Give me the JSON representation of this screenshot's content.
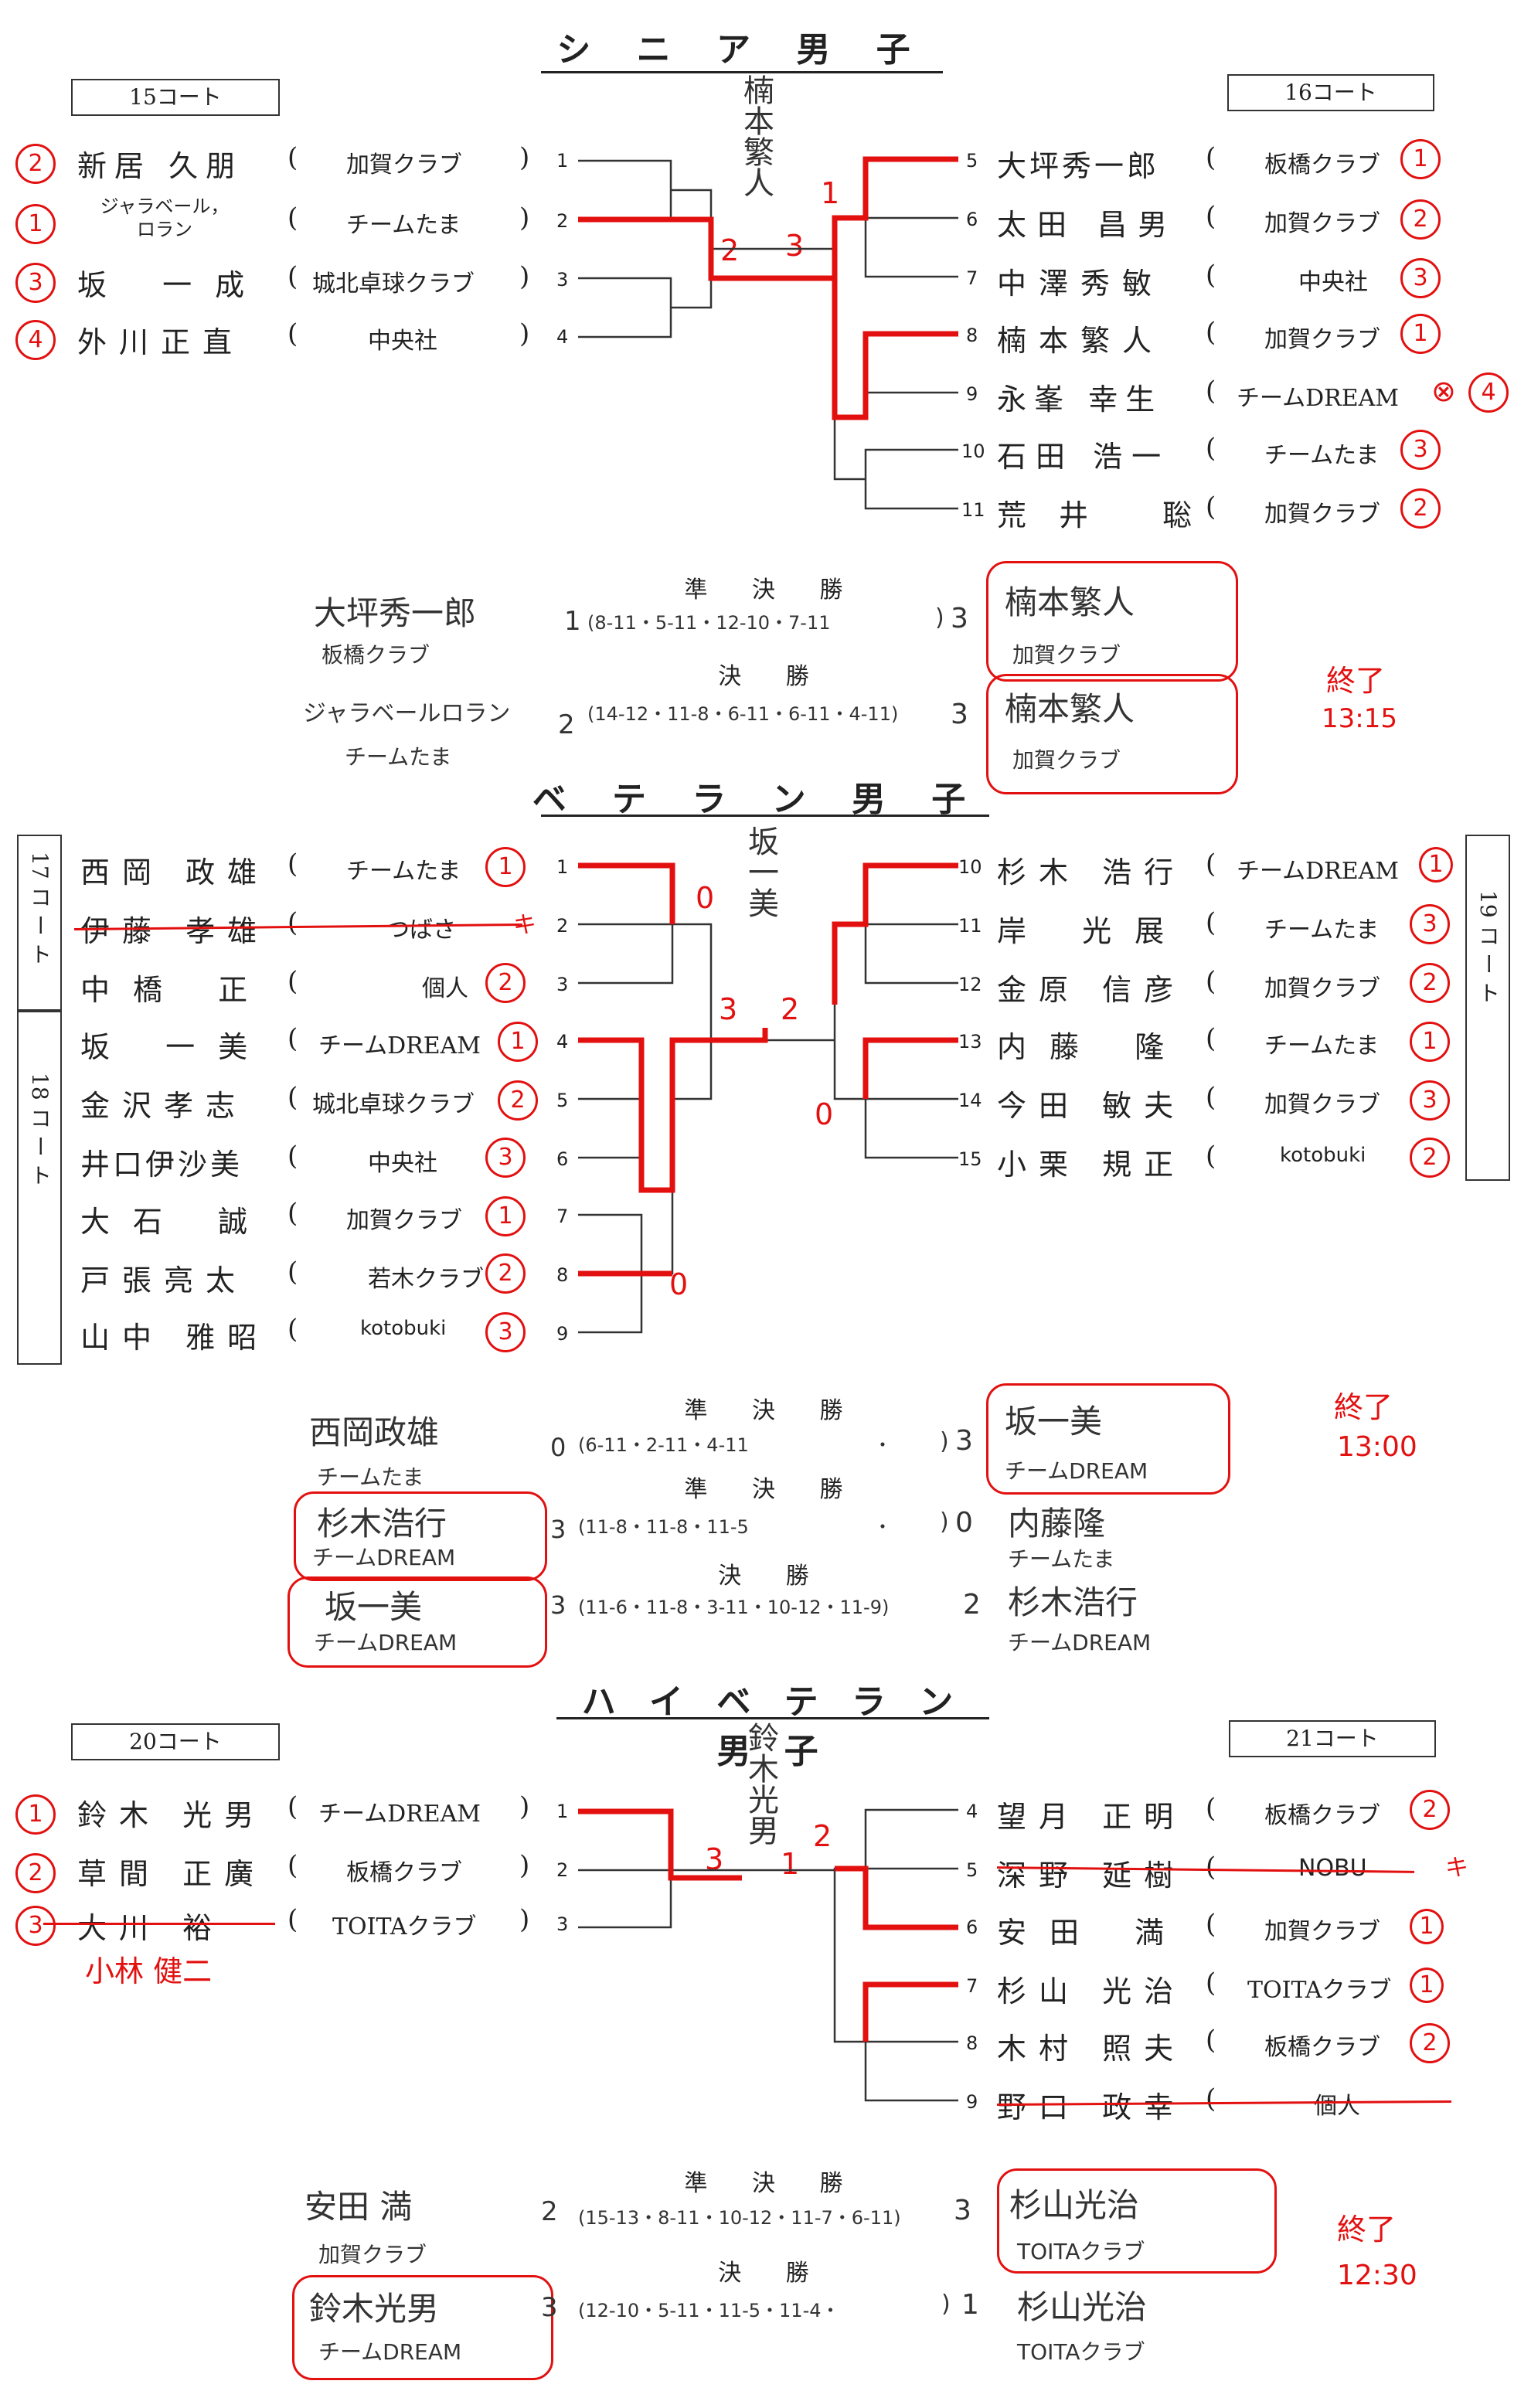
{
  "senior": {
    "title": "シ ニ ア 男 子",
    "court_left": "15コート",
    "court_right": "16コート",
    "left": [
      {
        "rank": "2",
        "name": "新居 久朋",
        "club": "加賀クラブ",
        "num": "1"
      },
      {
        "rank": "1",
        "name": "ジャラベール，ロラン",
        "club": "チームたま",
        "num": "2"
      },
      {
        "rank": "3",
        "name": "坂 一成",
        "club": "城北卓球クラブ",
        "num": "3"
      },
      {
        "rank": "4",
        "name": "外川正直",
        "club": "中央社",
        "num": "4"
      }
    ],
    "right": [
      {
        "num": "5",
        "name": "大坪秀一郎",
        "club": "板橋クラブ",
        "rank": "1"
      },
      {
        "num": "6",
        "name": "太田 昌男",
        "club": "加賀クラブ",
        "rank": "2"
      },
      {
        "num": "7",
        "name": "中澤秀敏",
        "club": "中央社",
        "rank": "3"
      },
      {
        "num": "8",
        "name": "楠本繁人",
        "club": "加賀クラブ",
        "rank": "1"
      },
      {
        "num": "9",
        "name": "永峯 幸生",
        "club": "チームDREAM",
        "rank": "4"
      },
      {
        "num": "10",
        "name": "石田 浩一",
        "club": "チームたま",
        "rank": "3"
      },
      {
        "num": "11",
        "name": "荒井 聡",
        "club": "加賀クラブ",
        "rank": "2"
      }
    ],
    "winner_vertical": "楠本繁人",
    "bracket_scores": [
      "2",
      "3",
      "1"
    ],
    "semi_label": "準 決 勝",
    "final_label": "決 勝",
    "semi": {
      "left_name": "大坪秀一郎",
      "left_club": "板橋クラブ",
      "left_score": "1",
      "detail": "(8-11・5-11・12-10・7-11",
      "right_score": "3",
      "right_name": "楠本繁人",
      "right_club": "加賀クラブ"
    },
    "final": {
      "left_name": "ジャラベールロラン",
      "left_club": "チームたま",
      "left_score": "2",
      "detail": "(14-12・11-8・6-11・6-11・4-11)",
      "right_score": "3",
      "right_name": "楠本繁人",
      "right_club": "加賀クラブ"
    },
    "end_note": "終了",
    "end_time": "13:15"
  },
  "veteran": {
    "title": "ベ テ ラ ン 男 子",
    "court17": "17 コ ー ト",
    "court18": "18 コ ー ト",
    "court19": "19 コ ー ト",
    "left": [
      {
        "rank": "1",
        "name": "西岡 政雄",
        "club": "チームたま",
        "num": "1"
      },
      {
        "rank": "キ",
        "name": "伊藤 孝雄",
        "club": "つばさ",
        "num": "2"
      },
      {
        "rank": "2",
        "name": "中橋 正",
        "club": "個人",
        "num": "3"
      },
      {
        "rank": "1",
        "name": "坂 一美",
        "club": "チームDREAM",
        "num": "4"
      },
      {
        "rank": "2",
        "name": "金沢孝志",
        "club": "城北卓球クラブ",
        "num": "5"
      },
      {
        "rank": "3",
        "name": "井口伊沙美",
        "club": "中央社",
        "num": "6"
      },
      {
        "rank": "1",
        "name": "大石 誠",
        "club": "加賀クラブ",
        "num": "7"
      },
      {
        "rank": "2",
        "name": "戸張亮太",
        "club": "若木クラブ",
        "num": "8"
      },
      {
        "rank": "3",
        "name": "山中 雅昭",
        "club": "kotobuki",
        "num": "9"
      }
    ],
    "right": [
      {
        "num": "10",
        "name": "杉木 浩行",
        "club": "チームDREAM",
        "rank": "1"
      },
      {
        "num": "11",
        "name": "岸 光展",
        "club": "チームたま",
        "rank": "3"
      },
      {
        "num": "12",
        "name": "金原 信彦",
        "club": "加賀クラブ",
        "rank": "2"
      },
      {
        "num": "13",
        "name": "内藤 隆",
        "club": "チームたま",
        "rank": "1"
      },
      {
        "num": "14",
        "name": "今田 敏夫",
        "club": "加賀クラブ",
        "rank": "3"
      },
      {
        "num": "15",
        "name": "小栗 規正",
        "club": "kotobuki",
        "rank": "2"
      }
    ],
    "winner_vertical": "坂一美",
    "bracket_scores": [
      "0",
      "3",
      "2",
      "0",
      "0"
    ],
    "semi_label": "準 決 勝",
    "final_label": "決 勝",
    "semi1": {
      "left_name": "西岡政雄",
      "left_club": "チームたま",
      "left_score": "0",
      "detail": "(6-11・2-11・4-11",
      "dot": "・",
      "right_score": "3",
      "right_name": "坂一美",
      "right_club": "チームDREAM"
    },
    "semi2": {
      "left_name": "杉木浩行",
      "left_club": "チームDREAM",
      "left_score": "3",
      "detail": "(11-8・11-8・11-5",
      "dot": "・",
      "right_score": "0",
      "right_name": "内藤隆",
      "right_club": "チームたま"
    },
    "final": {
      "left_name": "坂一美",
      "left_club": "チームDREAM",
      "left_score": "3",
      "detail": "(11-6・11-8・3-11・10-12・11-9)",
      "right_score": "2",
      "right_name": "杉木浩行",
      "right_club": "チームDREAM"
    },
    "end_note": "終了",
    "end_time": "13:00"
  },
  "high_veteran": {
    "title": "ハ イ ベ テ ラ ン 男 子",
    "court_left": "20コート",
    "court_right": "21コート",
    "left": [
      {
        "rank": "1",
        "name": "鈴木 光男",
        "club": "チームDREAM",
        "num": "1"
      },
      {
        "rank": "2",
        "name": "草間 正廣",
        "club": "板橋クラブ",
        "num": "2"
      },
      {
        "rank": "3",
        "name": "大川 裕",
        "club": "TOITAクラブ",
        "num": "3"
      }
    ],
    "substitute": "小林 健二",
    "right": [
      {
        "num": "4",
        "name": "望月 正明",
        "club": "板橋クラブ",
        "rank": "2"
      },
      {
        "num": "5",
        "name": "深野 延樹",
        "club": "NOBU",
        "rank": "キ"
      },
      {
        "num": "6",
        "name": "安田 満",
        "club": "加賀クラブ",
        "rank": "1"
      },
      {
        "num": "7",
        "name": "杉山 光治",
        "club": "TOITAクラブ",
        "rank": "1"
      },
      {
        "num": "8",
        "name": "木村 照夫",
        "club": "板橋クラブ",
        "rank": "2"
      },
      {
        "num": "9",
        "name": "野口 政幸",
        "club": "個人",
        "rank": ""
      }
    ],
    "winner_vertical": "鈴木光男",
    "bracket_scores": [
      "3",
      "1",
      "2"
    ],
    "semi_label": "準 決 勝",
    "final_label": "決 勝",
    "semi": {
      "left_name": "安田 満",
      "left_club": "加賀クラブ",
      "left_score": "2",
      "detail": "(15-13・8-11・10-12・11-7・6-11)",
      "right_score": "3",
      "right_name": "杉山光治",
      "right_club": "TOITAクラブ"
    },
    "final": {
      "left_name": "鈴木光男",
      "left_club": "チームDREAM",
      "left_score": "3",
      "detail": "(12-10・5-11・11-5・11-4・",
      "right_score": "1",
      "right_name": "杉山光治",
      "right_club": "TOITAクラブ"
    },
    "end_note": "終了",
    "end_time": "12:30"
  }
}
